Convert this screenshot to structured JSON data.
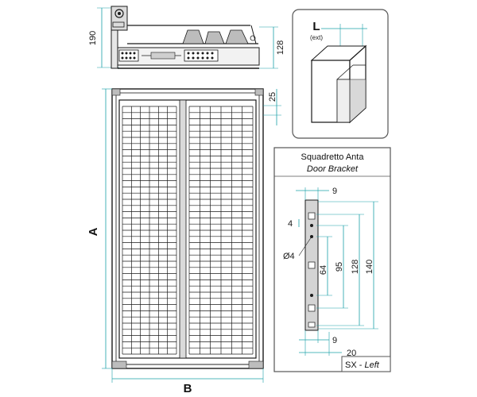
{
  "side_view": {
    "height_total": "190",
    "height_inner": "128"
  },
  "front_view": {
    "label_height": "A",
    "label_width": "B",
    "top_gap": "25"
  },
  "cabinet_box": {
    "label": "L",
    "sublabel": "(ext)"
  },
  "door_bracket": {
    "title": "Squadretto Anta",
    "subtitle": "Door Bracket",
    "dim_top": "9",
    "dim_4": "4",
    "dim_hole": "Ø4",
    "dim_64": "64",
    "dim_95": "95",
    "dim_128": "128",
    "dim_140": "140",
    "dim_bottom_9": "9",
    "dim_bottom_20": "20",
    "side_label": "SX",
    "side_dash": " - ",
    "side_label_en": "Left"
  },
  "colors": {
    "line": "#1a1a1a",
    "dim_line": "#1aa0a8",
    "frame_fill": "#c9c9c9",
    "panel_bg": "#f4f4f4",
    "panel_border": "#555555",
    "box_fill": "#e9e9e9"
  }
}
